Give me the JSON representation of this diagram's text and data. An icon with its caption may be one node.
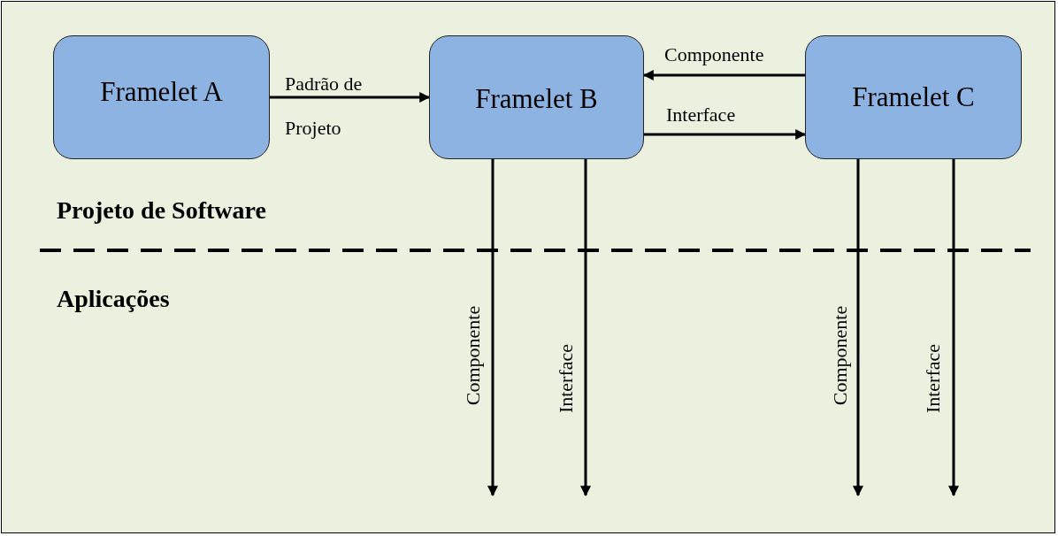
{
  "diagram": {
    "nodes": [
      {
        "text": [
          "Framelet A"
        ]
      },
      {
        "text": [
          "Framelet B"
        ]
      },
      {
        "text": [
          "Framelet C"
        ]
      }
    ],
    "edges": [
      {
        "from": 0,
        "to": 1,
        "arrow": "to",
        "label": "Padrão de Projeto"
      },
      {
        "from": 2,
        "to": 1,
        "arrow": "to",
        "label": "Componente"
      },
      {
        "from": 1,
        "to": 2,
        "arrow": "to",
        "label": "Interface"
      },
      {
        "from": 1,
        "to": null,
        "arrow": "to",
        "label": "Componente"
      },
      {
        "from": 1,
        "to": null,
        "arrow": "to",
        "label": "Interface"
      },
      {
        "from": 2,
        "to": null,
        "arrow": "to",
        "label": "Componente"
      },
      {
        "from": 2,
        "to": null,
        "arrow": "to",
        "label": "Interface"
      }
    ],
    "labels": [
      "Projeto de Software",
      "Aplicações"
    ]
  }
}
